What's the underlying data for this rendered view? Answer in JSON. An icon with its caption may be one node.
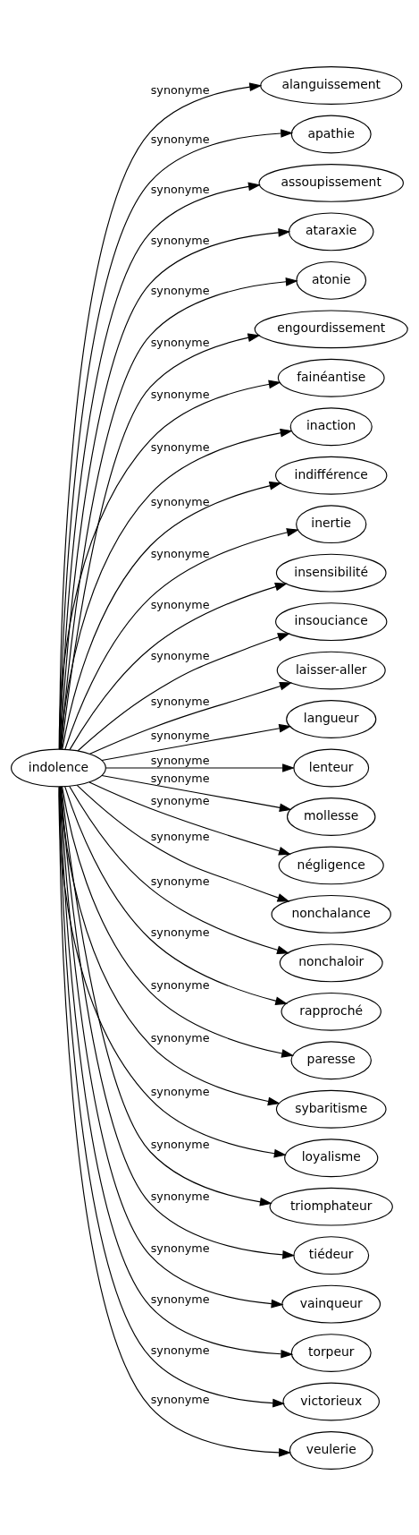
{
  "diagram": {
    "nodes": [
      {
        "text": [
          "indolence"
        ]
      },
      {
        "text": [
          "alanguissement"
        ]
      },
      {
        "text": [
          "apathie"
        ]
      },
      {
        "text": [
          "assoupissement"
        ]
      },
      {
        "text": [
          "ataraxie"
        ]
      },
      {
        "text": [
          "atonie"
        ]
      },
      {
        "text": [
          "engourdissement"
        ]
      },
      {
        "text": [
          "fainéantise"
        ]
      },
      {
        "text": [
          "inaction"
        ]
      },
      {
        "text": [
          "indifférence"
        ]
      },
      {
        "text": [
          "inertie"
        ]
      },
      {
        "text": [
          "insensibilité"
        ]
      },
      {
        "text": [
          "insouciance"
        ]
      },
      {
        "text": [
          "laisser-aller"
        ]
      },
      {
        "text": [
          "langueur"
        ]
      },
      {
        "text": [
          "lenteur"
        ]
      },
      {
        "text": [
          "mollesse"
        ]
      },
      {
        "text": [
          "négligence"
        ]
      },
      {
        "text": [
          "nonchalance"
        ]
      },
      {
        "text": [
          "nonchaloir"
        ]
      },
      {
        "text": [
          "rapproché"
        ]
      },
      {
        "text": [
          "paresse"
        ]
      },
      {
        "text": [
          "sybaritisme"
        ]
      },
      {
        "text": [
          "loyalisme"
        ]
      },
      {
        "text": [
          "triomphateur"
        ]
      },
      {
        "text": [
          "tiédeur"
        ]
      },
      {
        "text": [
          "vainqueur"
        ]
      },
      {
        "text": [
          "torpeur"
        ]
      },
      {
        "text": [
          "victorieux"
        ]
      },
      {
        "text": [
          "veulerie"
        ]
      }
    ],
    "edges": [
      {
        "from": 0,
        "to": 1,
        "arrow": "to",
        "label": "synonyme"
      },
      {
        "from": 0,
        "to": 2,
        "arrow": "to",
        "label": "synonyme"
      },
      {
        "from": 0,
        "to": 3,
        "arrow": "to",
        "label": "synonyme"
      },
      {
        "from": 0,
        "to": 4,
        "arrow": "to",
        "label": "synonyme"
      },
      {
        "from": 0,
        "to": 5,
        "arrow": "to",
        "label": "synonyme"
      },
      {
        "from": 0,
        "to": 6,
        "arrow": "to",
        "label": "synonyme"
      },
      {
        "from": 0,
        "to": 7,
        "arrow": "to",
        "label": "synonyme"
      },
      {
        "from": 0,
        "to": 8,
        "arrow": "to",
        "label": "synonyme"
      },
      {
        "from": 0,
        "to": 9,
        "arrow": "to",
        "label": "synonyme"
      },
      {
        "from": 0,
        "to": 10,
        "arrow": "to",
        "label": "synonyme"
      },
      {
        "from": 0,
        "to": 11,
        "arrow": "to",
        "label": "synonyme"
      },
      {
        "from": 0,
        "to": 12,
        "arrow": "to",
        "label": "synonyme"
      },
      {
        "from": 0,
        "to": 13,
        "arrow": "to",
        "label": "synonyme"
      },
      {
        "from": 0,
        "to": 14,
        "arrow": "to",
        "label": "synonyme"
      },
      {
        "from": 0,
        "to": 15,
        "arrow": "to",
        "label": "synonyme"
      },
      {
        "from": 0,
        "to": 16,
        "arrow": "to",
        "label": "synonyme"
      },
      {
        "from": 0,
        "to": 17,
        "arrow": "to",
        "label": "synonyme"
      },
      {
        "from": 0,
        "to": 18,
        "arrow": "to",
        "label": "synonyme"
      },
      {
        "from": 0,
        "to": 19,
        "arrow": "to",
        "label": "synonyme"
      },
      {
        "from": 0,
        "to": 20,
        "arrow": "to",
        "label": "synonyme"
      },
      {
        "from": 0,
        "to": 21,
        "arrow": "to",
        "label": "synonyme"
      },
      {
        "from": 0,
        "to": 22,
        "arrow": "to",
        "label": "synonyme"
      },
      {
        "from": 0,
        "to": 23,
        "arrow": "to",
        "label": "synonyme"
      },
      {
        "from": 0,
        "to": 24,
        "arrow": "to",
        "label": "synonyme"
      },
      {
        "from": 0,
        "to": 25,
        "arrow": "to",
        "label": "synonyme"
      },
      {
        "from": 0,
        "to": 26,
        "arrow": "to",
        "label": "synonyme"
      },
      {
        "from": 0,
        "to": 27,
        "arrow": "to",
        "label": "synonyme"
      },
      {
        "from": 0,
        "to": 28,
        "arrow": "to",
        "label": "synonyme"
      },
      {
        "from": 0,
        "to": 29,
        "arrow": "to",
        "label": "synonyme"
      }
    ]
  }
}
